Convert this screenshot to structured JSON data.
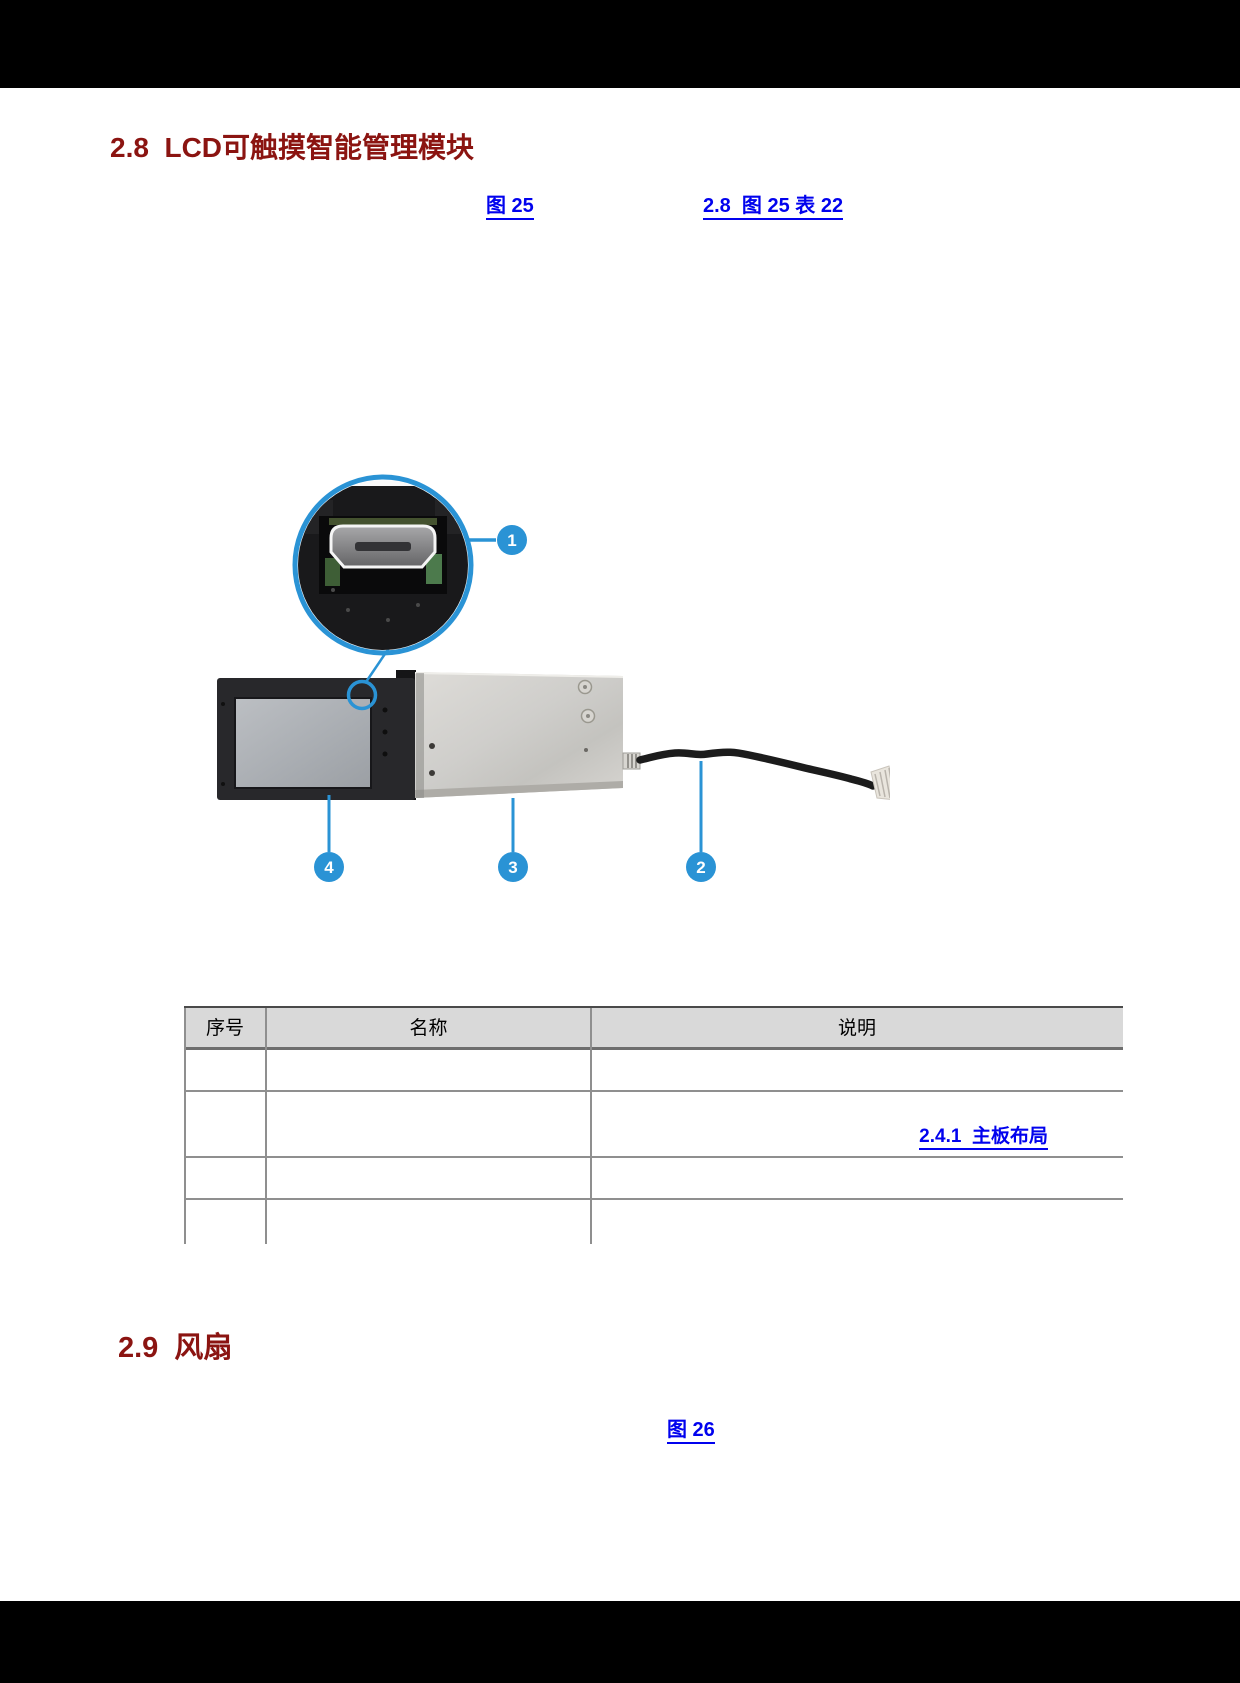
{
  "colors": {
    "heading_red": "#8B1411",
    "link_blue": "#0102EE",
    "callout_blue": "#2A93D5",
    "table_header_bg": "#D9D9D9",
    "table_border_gray": "#8f8f8f"
  },
  "sections": {
    "s28": {
      "heading": "2.8  LCD可触摸智能管理模块",
      "links": [
        {
          "label": "图 25"
        },
        {
          "label": "2.8  图 25 表 22"
        }
      ]
    },
    "s29": {
      "heading": "2.9  风扇",
      "link": {
        "label": "图 26"
      }
    }
  },
  "figure": {
    "description": "LCD touch management module photo with magnified micro-USB port",
    "callouts": [
      "1",
      "2",
      "3",
      "4"
    ]
  },
  "table": {
    "headers": [
      "序号",
      "名称",
      "说明"
    ],
    "row_link": {
      "label": "2.4.1  主板布局"
    },
    "body_row_count": 4
  }
}
